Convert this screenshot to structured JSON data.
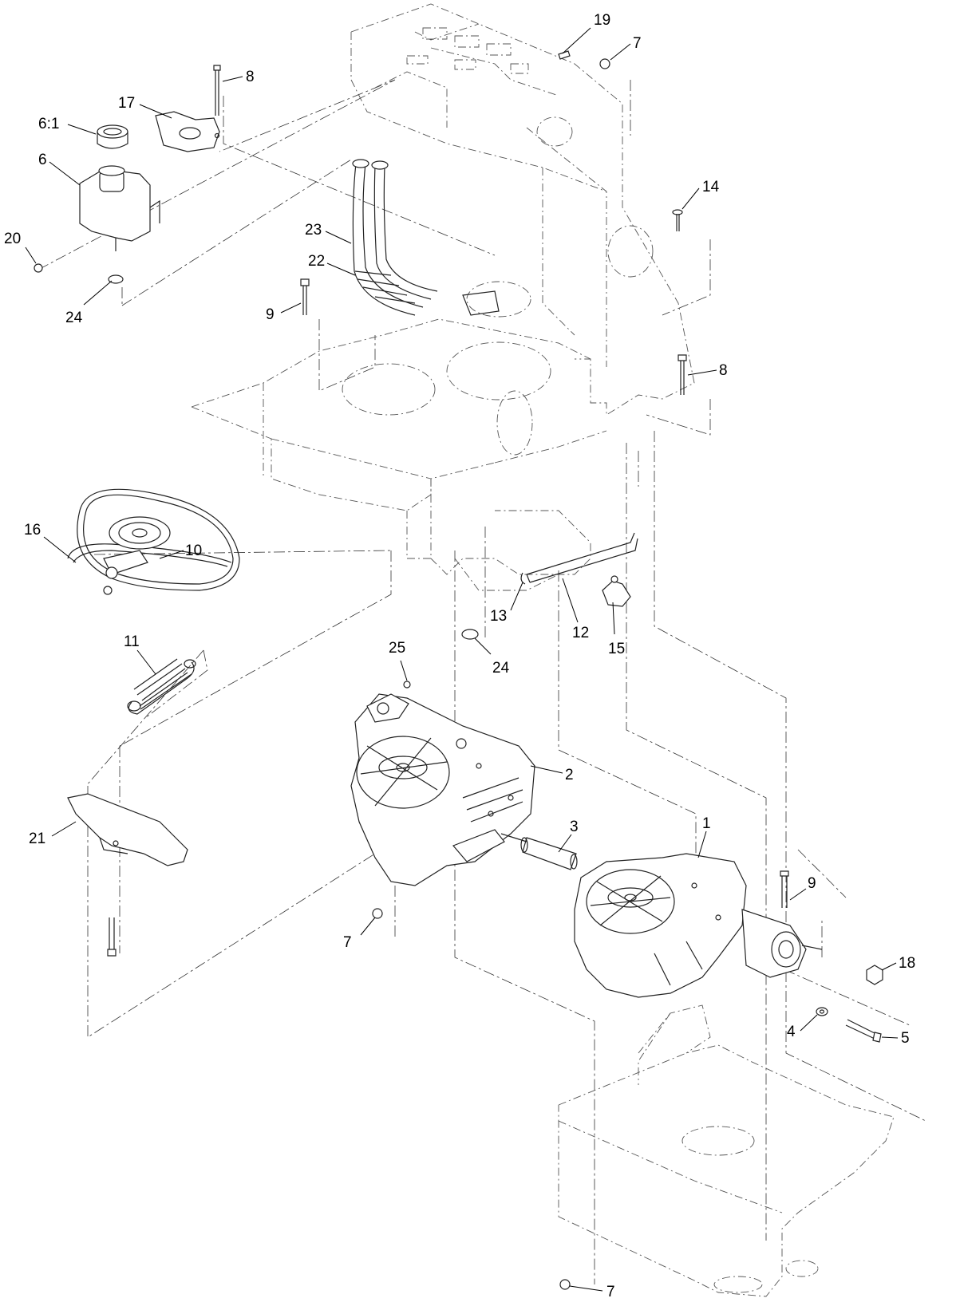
{
  "callouts": [
    {
      "label": "19"
    },
    {
      "label": "7"
    },
    {
      "label": "8"
    },
    {
      "label": "17"
    },
    {
      "label": "6:1"
    },
    {
      "label": "6"
    },
    {
      "label": "20"
    },
    {
      "label": "24"
    },
    {
      "label": "23"
    },
    {
      "label": "22"
    },
    {
      "label": "9"
    },
    {
      "label": "14"
    },
    {
      "label": "8"
    },
    {
      "label": "16"
    },
    {
      "label": "10"
    },
    {
      "label": "11"
    },
    {
      "label": "13"
    },
    {
      "label": "12"
    },
    {
      "label": "15"
    },
    {
      "label": "24"
    },
    {
      "label": "25"
    },
    {
      "label": "2"
    },
    {
      "label": "21"
    },
    {
      "label": "3"
    },
    {
      "label": "1"
    },
    {
      "label": "9"
    },
    {
      "label": "7"
    },
    {
      "label": "18"
    },
    {
      "label": "4"
    },
    {
      "label": "5"
    },
    {
      "label": "7"
    }
  ]
}
